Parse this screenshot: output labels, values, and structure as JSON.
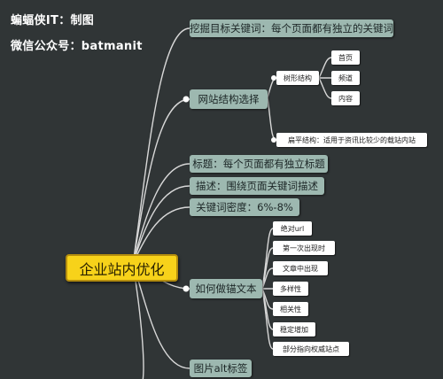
{
  "credits": {
    "line1": "蝙蝠侠IT：制图",
    "line2": "微信公众号：batmanit"
  },
  "root": "企业站内优化",
  "branches": [
    {
      "label": "挖掘目标关键词：每个页面都有独立的关键词"
    },
    {
      "label": "网站结构选择",
      "children": [
        {
          "label": "树形结构",
          "children": [
            "首页",
            "频道",
            "内容"
          ]
        },
        {
          "label": "扁平结构：适用于资讯比较少的载站内站"
        }
      ]
    },
    {
      "label": "标题：每个页面都有独立标题"
    },
    {
      "label": "描述：围绕页面关键词描述"
    },
    {
      "label": "关键词密度：6%-8%"
    },
    {
      "label": "如何做锚文本",
      "children": [
        {
          "label": "绝对url"
        },
        {
          "label": "第一次出现时"
        },
        {
          "label": "文章中出现"
        },
        {
          "label": "多样性"
        },
        {
          "label": "相关性"
        },
        {
          "label": "稳定增加"
        },
        {
          "label": "部分指向权威站点"
        }
      ]
    },
    {
      "label": "图片alt标签"
    }
  ],
  "colors": {
    "background": "#303536",
    "connector": "#d8d8d8",
    "root_fill": "#f7d21a",
    "branch_fill": "#9db8b0",
    "leaf_fill": "#ffffff"
  }
}
